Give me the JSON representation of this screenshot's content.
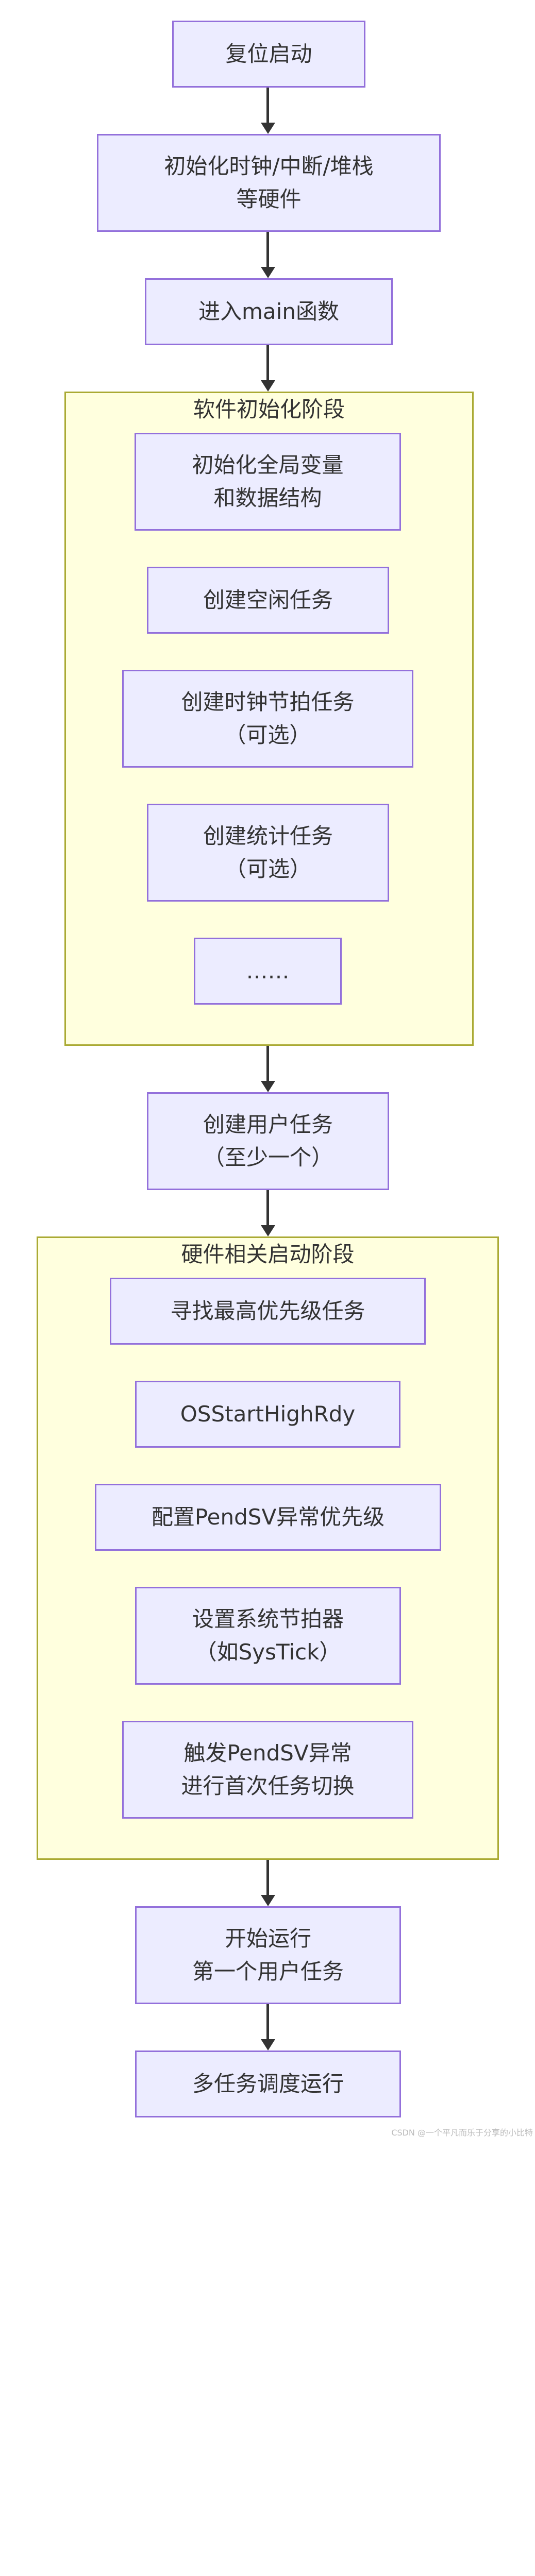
{
  "colors": {
    "node_fill": "#ECECFF",
    "node_stroke": "#9370DB",
    "group_fill": "#FFFFDE",
    "group_stroke": "#AAAA33",
    "edge": "#333333"
  },
  "nodes": {
    "reset": [
      "复位启动"
    ],
    "hw_init": [
      "初始化时钟/中断/堆栈",
      "等硬件"
    ],
    "main": [
      "进入main函数"
    ],
    "user_task": [
      "创建用户任务",
      "（至少一个）"
    ],
    "start_run": [
      "开始运行",
      "第一个用户任务"
    ],
    "multitask": [
      "多任务调度运行"
    ]
  },
  "software_group": {
    "title": "软件初始化阶段",
    "nodes": [
      [
        "初始化全局变量",
        "和数据结构"
      ],
      [
        "创建空闲任务"
      ],
      [
        "创建时钟节拍任务",
        "（可选）"
      ],
      [
        "创建统计任务",
        "（可选）"
      ],
      [
        "……"
      ]
    ]
  },
  "hardware_group": {
    "title": "硬件相关启动阶段",
    "nodes": [
      [
        "寻找最高优先级任务"
      ],
      [
        "OSStartHighRdy"
      ],
      [
        "配置PendSV异常优先级"
      ],
      [
        "设置系统节拍器",
        "（如SysTick）"
      ],
      [
        "触发PendSV异常",
        "进行首次任务切换"
      ]
    ]
  },
  "watermark": "CSDN @一个平凡而乐于分享的小比特"
}
